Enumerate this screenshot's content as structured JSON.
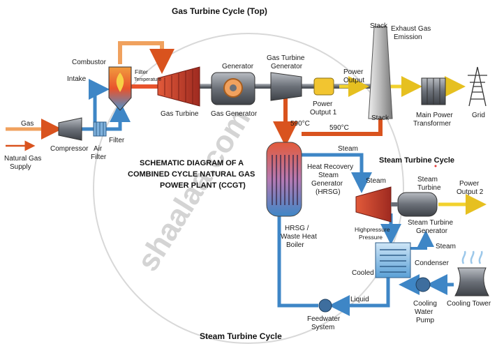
{
  "titles": {
    "top": "Gas Turbine Cycle (Top)",
    "bottom": "Steam Turbine Cycle",
    "steam_cycle": "Steam Turbine Cycle",
    "center": [
      "SCHEMATIC DIAGRAM OF A",
      "COMBINED CYCLE NATURAL GAS",
      "POWER PLANT (CCGT)"
    ]
  },
  "watermark": "shaalaa.com",
  "labels": {
    "gas": "Gas",
    "natural_gas_supply": [
      "Natural Gas",
      "Supply"
    ],
    "compressor": "Compressor",
    "air_filter": [
      "Air",
      "Filter"
    ],
    "filter": "Filter",
    "intake": "Intake",
    "combustor": "Combustor",
    "filter_temperature": [
      "Filter",
      "Temperature"
    ],
    "gas_turbine": "Gas Turbine",
    "generator": "Generator",
    "gas_generator": "Gas Generator",
    "gas_turbine_generator": [
      "Gas Turbine",
      "Generator"
    ],
    "power_output_1": [
      "Power",
      "Output 1"
    ],
    "power_output": [
      "Power",
      "Output"
    ],
    "stack_top": "Stack",
    "stack_mid": "Stack",
    "exhaust_gas_emission": [
      "Exhaust Gas",
      "Emission"
    ],
    "main_power_transformer": [
      "Main Power",
      "Transformer"
    ],
    "grid": "Grid",
    "temp_1": "590°C",
    "temp_2": "590°C",
    "steam_1": "Steam",
    "hrsg": [
      "Heat Recovery",
      "Steam",
      "Generator",
      "(HRSG)"
    ],
    "steam_2": "Steam",
    "hrsg_boiler": [
      "HRSG /",
      "Waste Heat",
      "Boiler"
    ],
    "steam_turbine": [
      "Steam",
      "Turbine"
    ],
    "power_output_2": [
      "Power",
      "Output 2"
    ],
    "steam_turbine_generator": [
      "Steam Turbine",
      "Generator"
    ],
    "high_pressure": [
      "Highpressure",
      "Pressure"
    ],
    "steam_3": "Steam",
    "condenser": "Condenser",
    "cooled": "Cooled",
    "liquid": "Liquid",
    "feedwater_system": [
      "Feedwater",
      "System"
    ],
    "cooling_water_pump": [
      "Cooling",
      "Water",
      "Pump"
    ],
    "cooling_tower": "Cooling Tower"
  },
  "colors": {
    "hot_pipe": "#d9531e",
    "cool_pipe": "#3e86c6",
    "gas_pipe": "#f0a15e",
    "power_line": "#f2d22e",
    "turbine_red": "#c8372b",
    "steel": "#6b7078"
  }
}
